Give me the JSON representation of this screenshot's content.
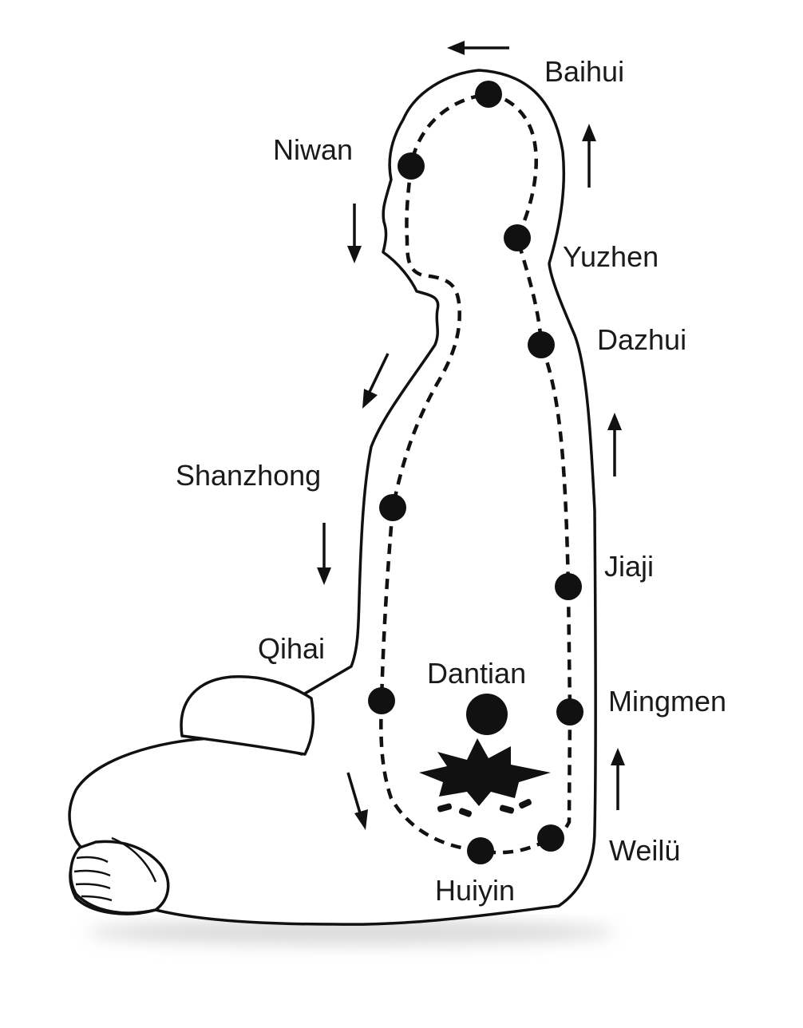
{
  "figure": {
    "kind": "microcosmic orbit meridian diagram of a seated figure",
    "colors": {
      "ink": "#111111",
      "background": "#ffffff"
    },
    "points": [
      {
        "id": "baihui",
        "label": "Baihui"
      },
      {
        "id": "niwan",
        "label": "Niwan"
      },
      {
        "id": "yuzhen",
        "label": "Yuzhen"
      },
      {
        "id": "dazhui",
        "label": "Dazhui"
      },
      {
        "id": "shanzhong",
        "label": "Shanzhong"
      },
      {
        "id": "jiaji",
        "label": "Jiaji"
      },
      {
        "id": "qihai",
        "label": "Qihai"
      },
      {
        "id": "dantian",
        "label": "Dantian"
      },
      {
        "id": "mingmen",
        "label": "Mingmen"
      },
      {
        "id": "weilu",
        "label": "Weilü"
      },
      {
        "id": "huiyin",
        "label": "Huiyin"
      }
    ],
    "flow": {
      "back": "up",
      "front": "down"
    }
  }
}
